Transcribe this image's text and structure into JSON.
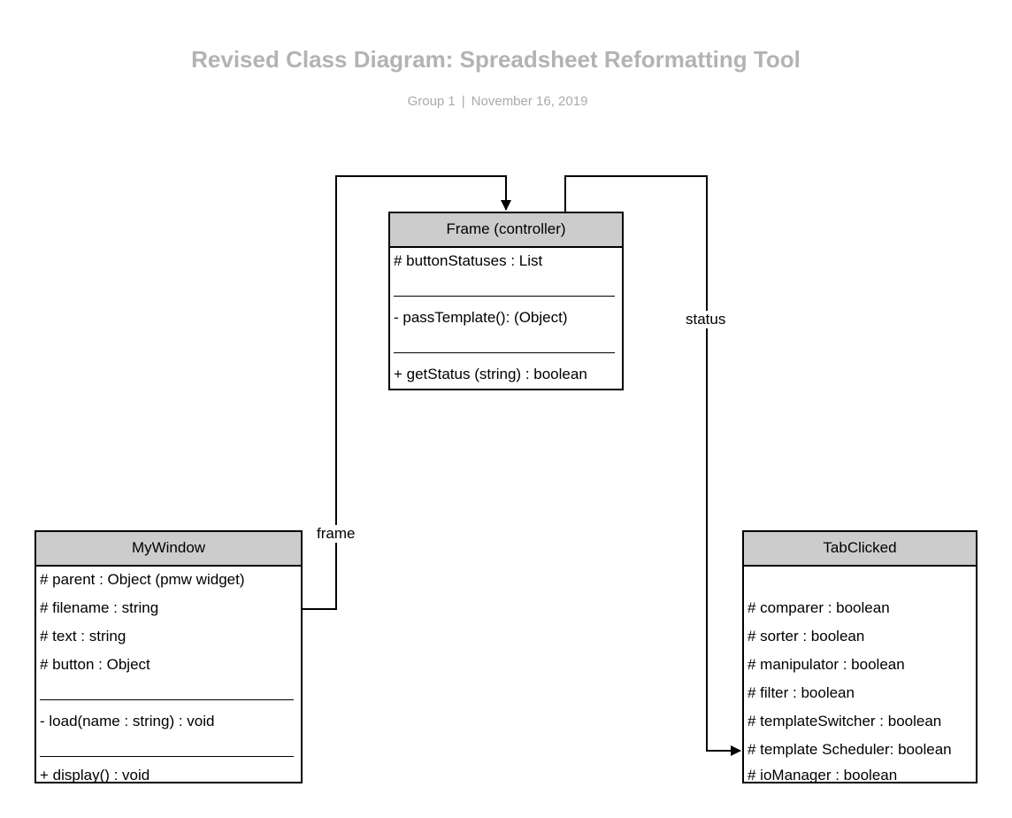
{
  "title": "Revised Class Diagram: Spreadsheet Reformatting Tool",
  "subtitle": {
    "group": "Group 1",
    "separator": "|",
    "date": "November 16, 2019"
  },
  "classes": {
    "frame": {
      "name": "Frame (controller)",
      "attributes": [
        "# buttonStatuses : List"
      ],
      "private_methods": [
        "- passTemplate(): (Object)"
      ],
      "public_methods": [
        "+ getStatus (string) : boolean"
      ]
    },
    "mywindow": {
      "name": "MyWindow",
      "attributes": [
        "# parent : Object (pmw widget)",
        "# filename : string",
        "# text : string",
        "# button : Object"
      ],
      "private_methods": [
        "- load(name : string) : void"
      ],
      "public_methods": [
        "+ display() : void"
      ]
    },
    "tabclicked": {
      "name": "TabClicked",
      "attributes": [
        "# comparer : boolean",
        "# sorter : boolean",
        "# manipulator : boolean",
        "# filter : boolean",
        "# templateSwitcher : boolean",
        "# template Scheduler: boolean",
        "# ioManager : boolean"
      ]
    }
  },
  "associations": {
    "frame_label": "frame",
    "status_label": "status"
  }
}
